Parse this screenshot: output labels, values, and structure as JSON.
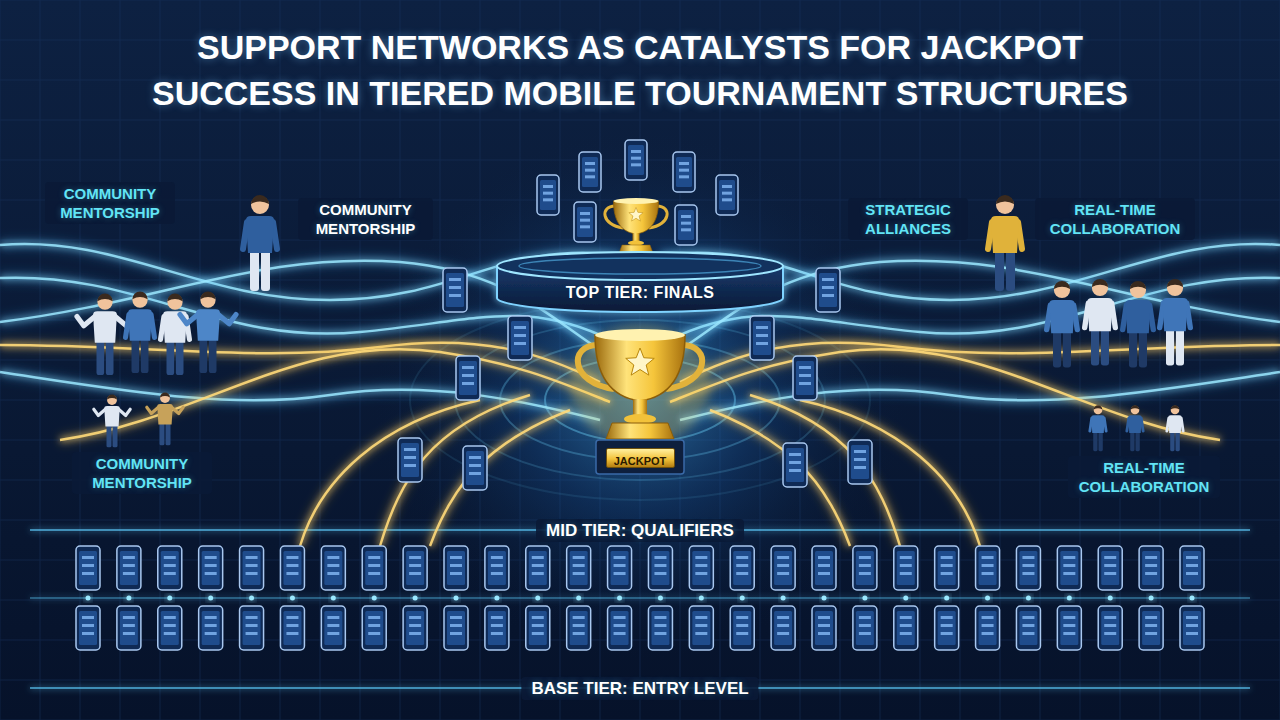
{
  "diagram": {
    "title": "SUPPORT NETWORKS AS CATALYSTS FOR JACKPOT SUCCESS IN TIERED MOBILE TOURNAMENT STRUCTURES",
    "nodes": [
      {
        "text": [
          "TOP TIER: FINALS"
        ]
      },
      {
        "text": [
          "JACKPOT"
        ]
      }
    ],
    "labels": [
      "COMMUNITY MENTORSHIP",
      "COMMUNITY MENTORSHIP",
      "STRATEGIC ALLIANCES",
      "REAL-TIME COLLABORATION",
      "COMMUNITY MENTORSHIP",
      "REAL-TIME COLLABORATION",
      "MID TIER: QUALIFIERS",
      "BASE TIER: ENTRY LEVEL"
    ]
  }
}
